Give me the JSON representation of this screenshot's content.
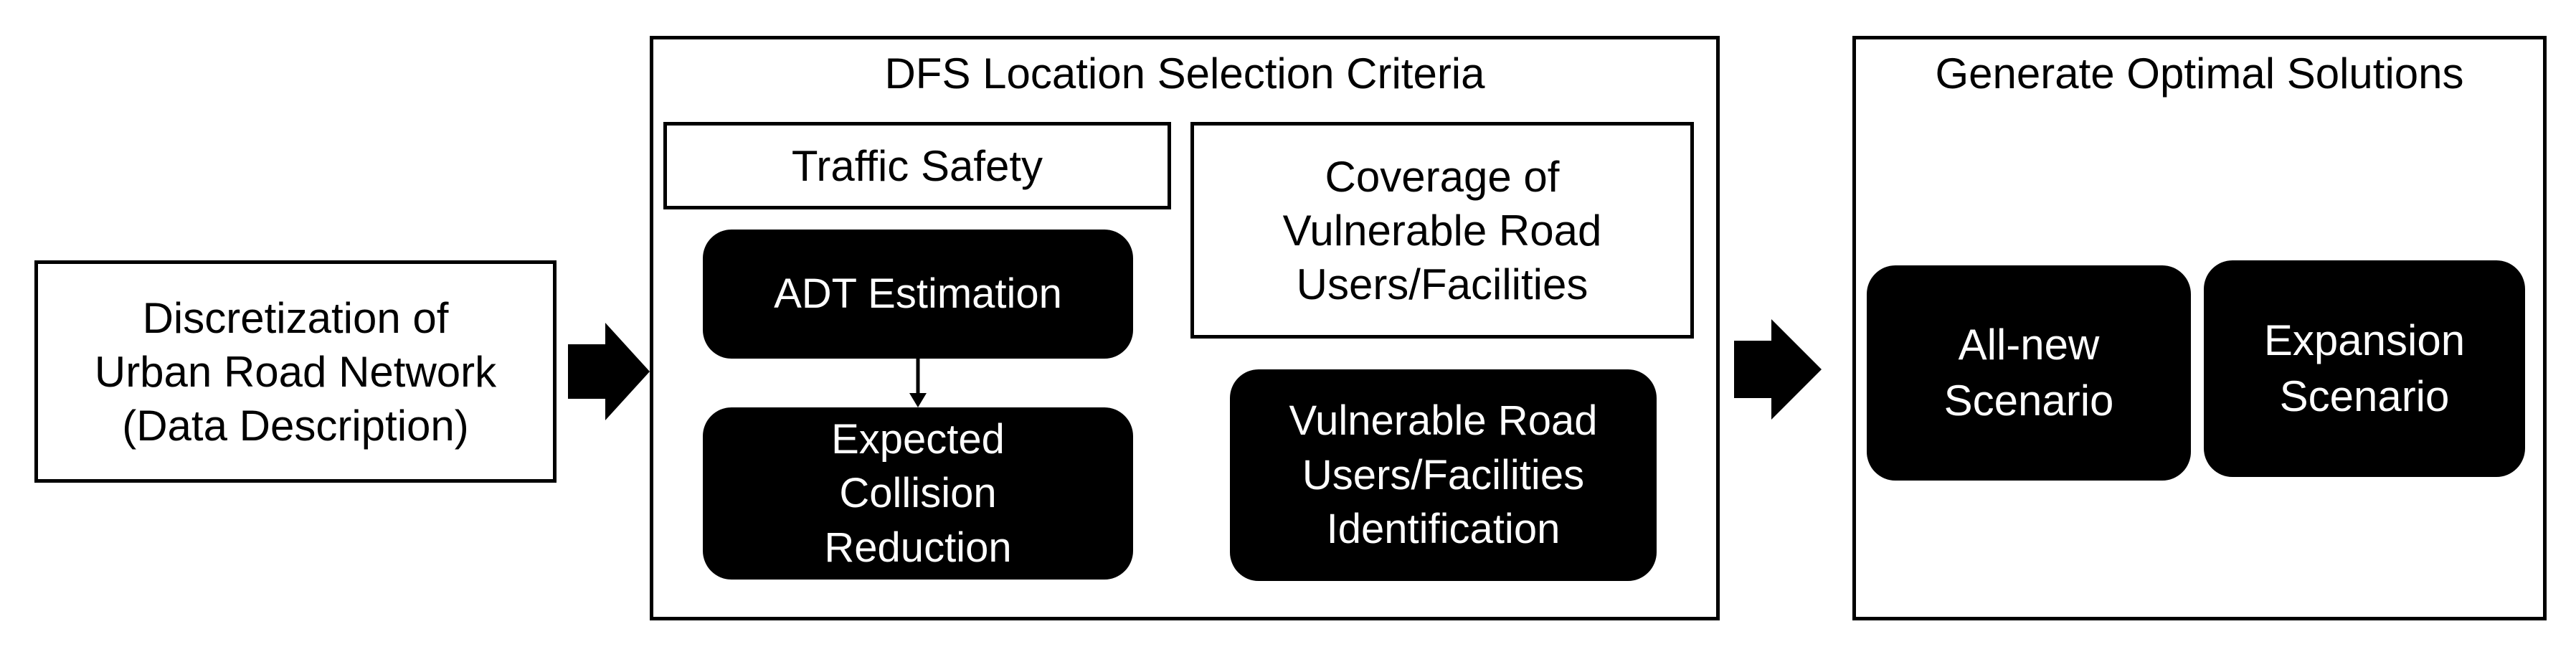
{
  "input_box": {
    "text": "Discretization of\nUrban Road Network\n(Data Description)"
  },
  "criteria_panel": {
    "title": "DFS Location Selection Criteria",
    "traffic_safety": {
      "header": "Traffic Safety",
      "adt_estimation": "ADT Estimation",
      "expected_collision_reduction": "Expected\nCollision\nReduction"
    },
    "coverage": {
      "header": "Coverage of\nVulnerable Road\nUsers/Facilities",
      "identification": "Vulnerable Road\nUsers/Facilities\nIdentification"
    }
  },
  "solutions_panel": {
    "title": "Generate Optimal Solutions",
    "all_new": "All-new\nScenario",
    "expansion": "Expansion\nScenario"
  }
}
